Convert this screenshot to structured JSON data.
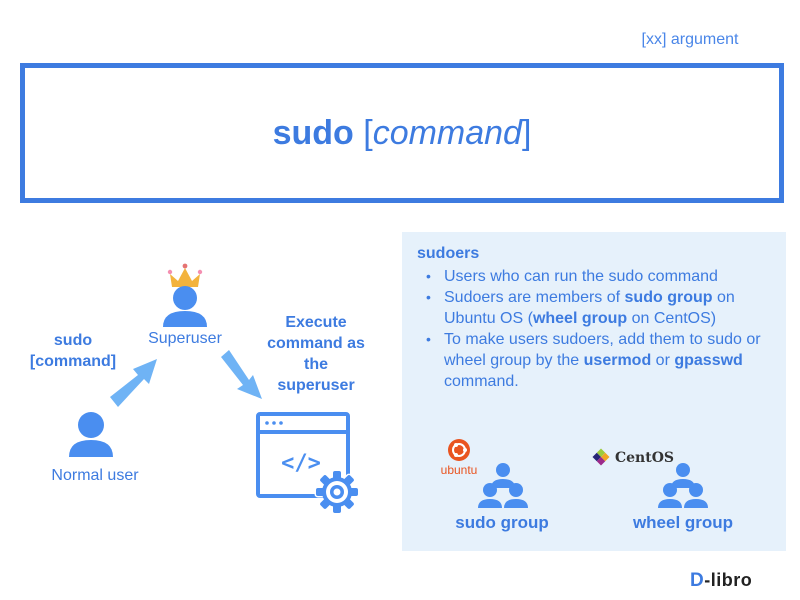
{
  "legend": "[xx] argument",
  "syntax": {
    "command": "sudo",
    "open": "[",
    "argument": "command",
    "close": "]"
  },
  "flow": {
    "sudo_label_line1": "sudo",
    "sudo_label_line2": "[command]",
    "superuser_label": "Superuser",
    "normal_user_label": "Normal user",
    "execute_line1": "Execute",
    "execute_line2": "command as",
    "execute_line3": "the",
    "execute_line4": "superuser",
    "terminal_symbol": "</>"
  },
  "sudoers": {
    "title": "sudoers",
    "bullet1": "Users who can run the sudo command",
    "bullet2_a": "Sudoers are members of ",
    "bullet2_b": "sudo group",
    "bullet2_c": " on Ubuntu OS (",
    "bullet2_d": "wheel group",
    "bullet2_e": " on CentOS)",
    "bullet3_a": "To make users sudoers, add them to sudo or wheel group by the ",
    "bullet3_b": "usermod",
    "bullet3_c": " or ",
    "bullet3_d": "gpasswd",
    "bullet3_e": " command."
  },
  "groups": {
    "ubuntu_logo_text": "ubuntu",
    "centos_logo_text": "CentOS",
    "sudo_group_label": "sudo group",
    "wheel_group_label": "wheel group"
  },
  "brand": {
    "d": "D",
    "rest": "-libro"
  },
  "colors": {
    "primary": "#3d7be0",
    "icon_blue": "#4a8ef0",
    "arrow_blue": "#6fb3f5",
    "panel_bg": "#e6f1fb",
    "crown": "#f3b33d",
    "ubuntu_orange": "#e95420"
  }
}
